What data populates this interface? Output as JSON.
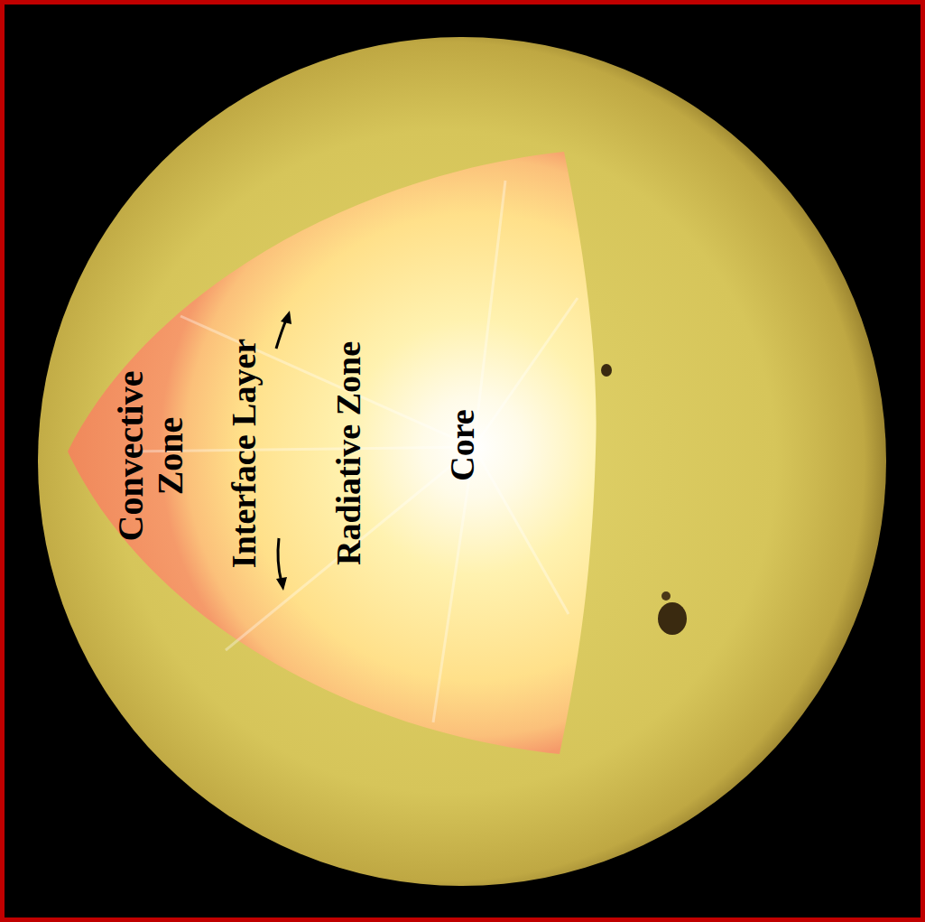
{
  "diagram": {
    "labels": [
      "Convective Zone",
      "Interface Layer",
      "Radiative Zone",
      "Core"
    ]
  }
}
